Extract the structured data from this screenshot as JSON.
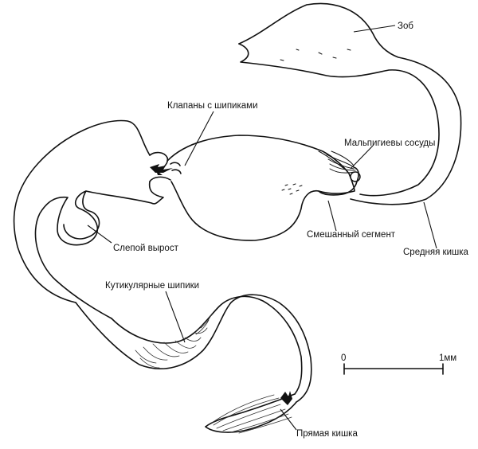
{
  "labels": {
    "crop": "Зоб",
    "valves": "Клапаны с шипиками",
    "malpighian": "Мальпигиевы сосуды",
    "blind_sac": "Слепой вырост",
    "mixed_segment": "Смешанный сегмент",
    "midgut": "Средняя кишка",
    "cuticular_spines": "Кутикулярные шипики",
    "rectum": "Прямая кишка"
  },
  "scale_bar": {
    "start_label": "0",
    "end_label": "1мм"
  }
}
